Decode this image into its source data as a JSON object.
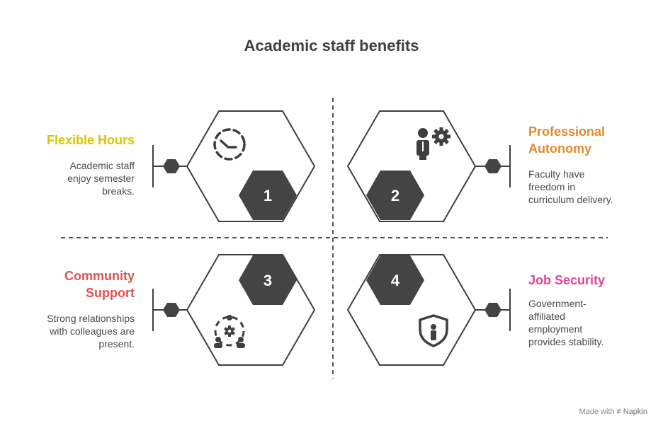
{
  "title": "Academic staff benefits",
  "items": [
    {
      "number": "1",
      "heading_lines": [
        "Flexible Hours"
      ],
      "desc_lines": [
        "Academic staff",
        "enjoy semester",
        "breaks."
      ],
      "color": "#d9c400",
      "icon": "clock-dashed-icon"
    },
    {
      "number": "2",
      "heading_lines": [
        "Professional",
        "Autonomy"
      ],
      "desc_lines": [
        "Faculty have",
        "freedom in",
        "curriculum delivery."
      ],
      "color": "#e08a2e",
      "icon": "person-gear-icon"
    },
    {
      "number": "3",
      "heading_lines": [
        "Community",
        "Support"
      ],
      "desc_lines": [
        "Strong relationships",
        "with colleagues are",
        "present."
      ],
      "color": "#e05252",
      "icon": "community-gear-icon"
    },
    {
      "number": "4",
      "heading_lines": [
        "Job Security"
      ],
      "desc_lines": [
        "Government-",
        "affiliated",
        "employment",
        "provides stability."
      ],
      "color": "#e0459a",
      "icon": "shield-person-icon"
    }
  ],
  "footer": {
    "made_with": "Made with",
    "brand": "Napkin"
  }
}
